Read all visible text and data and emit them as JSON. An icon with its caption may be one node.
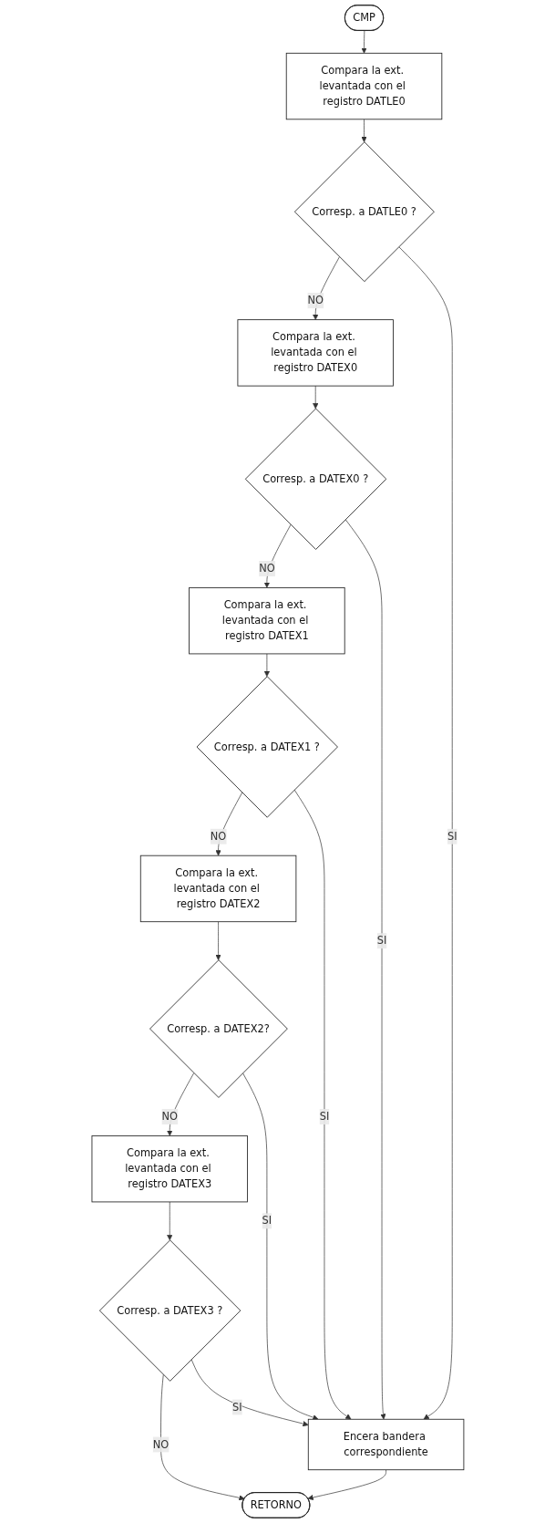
{
  "diagram": {
    "nodes": [
      {
        "text": [
          "CMP"
        ]
      },
      {
        "text": [
          "Compara la ext. levantada con el registro DATLE0"
        ]
      },
      {
        "text": [
          "Corresp. a DATLE0 ?"
        ]
      },
      {
        "text": [
          "Compara la ext. levantada con el registro DATEX0"
        ]
      },
      {
        "text": [
          "Corresp. a DATEX0 ?"
        ]
      },
      {
        "text": [
          "Compara la ext. levantada con el registro DATEX1"
        ]
      },
      {
        "text": [
          "Corresp. a DATEX1 ?"
        ]
      },
      {
        "text": [
          "Compara la ext. levantada con el registro DATEX2"
        ]
      },
      {
        "text": [
          "Corresp. a DATEX2?"
        ]
      },
      {
        "text": [
          "Compara la ext. levantada con el registro DATEX3"
        ]
      },
      {
        "text": [
          "Corresp. a DATEX3 ?"
        ]
      },
      {
        "text": [
          "Encera bandera correspondiente"
        ]
      },
      {
        "text": [
          "RETORNO"
        ]
      }
    ],
    "edges": [
      {
        "from": 0,
        "to": 1,
        "arrow": "to"
      },
      {
        "from": 1,
        "to": 2,
        "arrow": "to"
      },
      {
        "from": 2,
        "to": 3,
        "label": "NO",
        "arrow": "to"
      },
      {
        "from": 3,
        "to": 4,
        "arrow": "to"
      },
      {
        "from": 4,
        "to": 5,
        "label": "NO",
        "arrow": "to"
      },
      {
        "from": 5,
        "to": 6,
        "arrow": "to"
      },
      {
        "from": 6,
        "to": 7,
        "label": "NO",
        "arrow": "to"
      },
      {
        "from": 7,
        "to": 8,
        "arrow": "to"
      },
      {
        "from": 8,
        "to": 9,
        "label": "NO",
        "arrow": "to"
      },
      {
        "from": 9,
        "to": 10,
        "arrow": "to"
      },
      {
        "from": 10,
        "to": 12,
        "label": "NO",
        "arrow": "to"
      },
      {
        "from": 2,
        "to": 11,
        "label": "SI",
        "arrow": "to"
      },
      {
        "from": 4,
        "to": 11,
        "label": "SI",
        "arrow": "to"
      },
      {
        "from": 6,
        "to": 11,
        "label": "SI",
        "arrow": "to"
      },
      {
        "from": 8,
        "to": 11,
        "label": "SI",
        "arrow": "to"
      },
      {
        "from": 10,
        "to": 11,
        "label": "SI",
        "arrow": "to"
      },
      {
        "from": 11,
        "to": 12,
        "arrow": "to"
      }
    ]
  }
}
